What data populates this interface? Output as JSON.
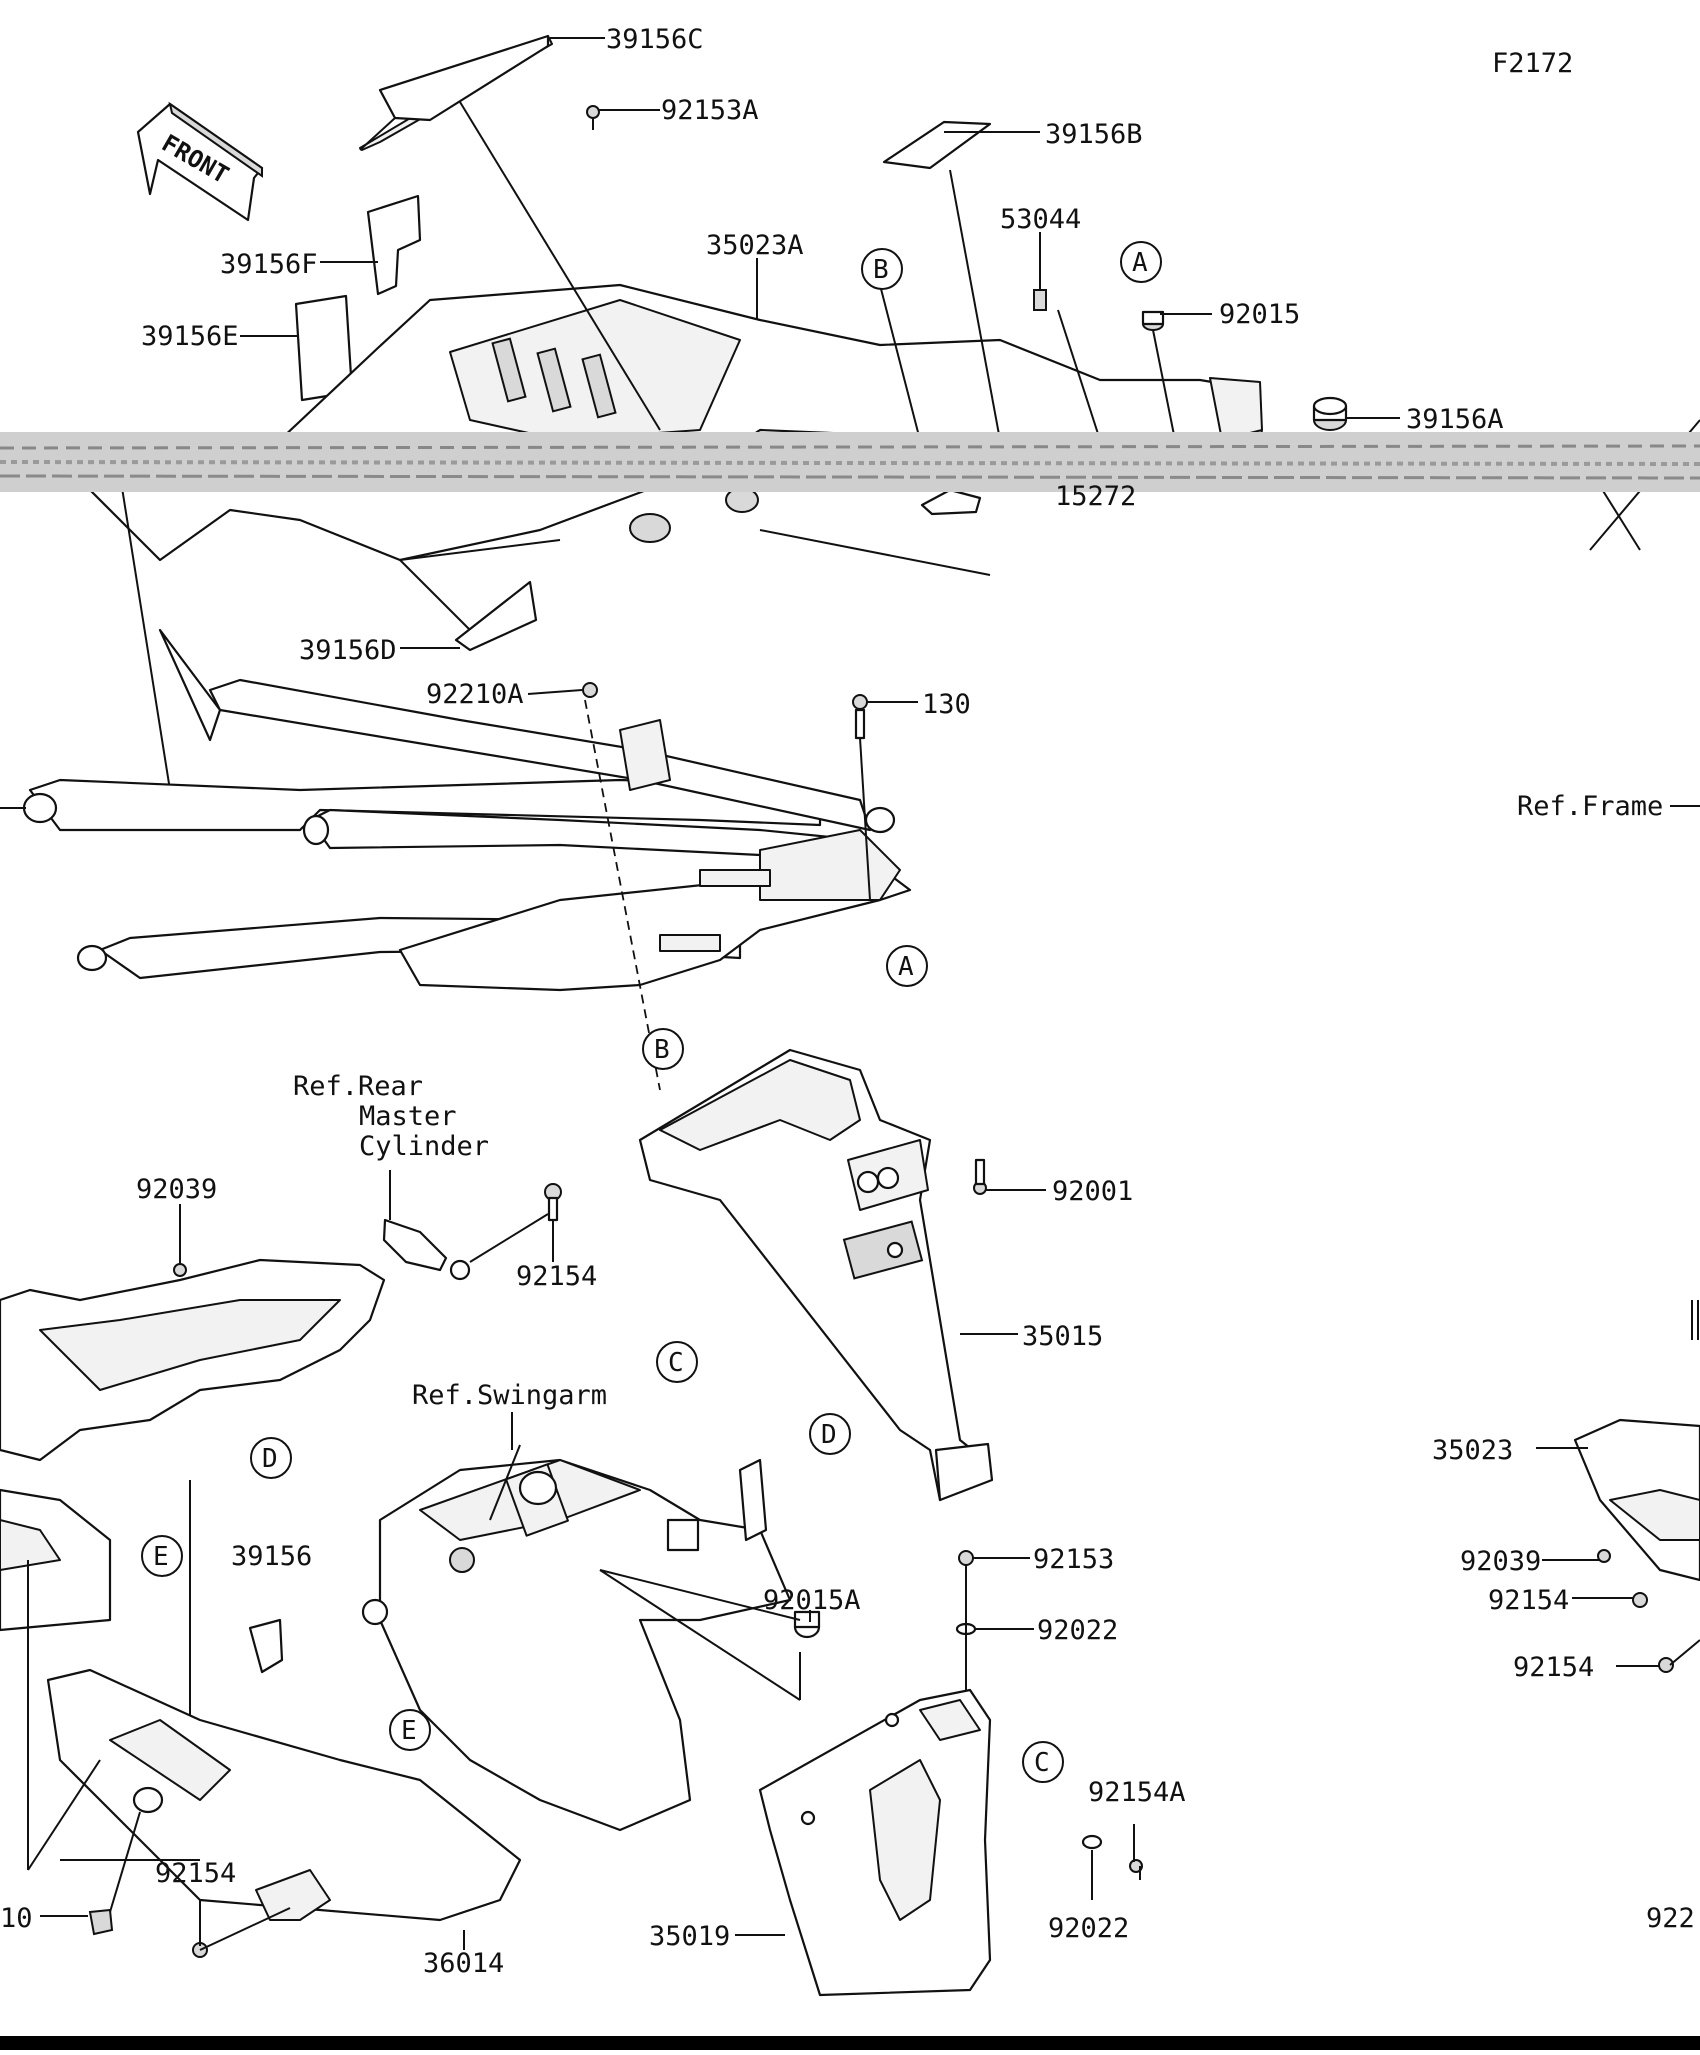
{
  "diagram": {
    "code": "F2172",
    "front_label": "FRONT",
    "part_labels": {
      "p39156C": "39156C",
      "p92153A": "92153A",
      "p39156B": "39156B",
      "p53044": "53044",
      "p35023A": "35023A",
      "p92015": "92015",
      "p39156A": "39156A",
      "p39156F": "39156F",
      "p39156E": "39156E",
      "p39156D": "39156D",
      "p92210A": "92210A",
      "p130": "130",
      "pRefFrame": "Ref.Frame",
      "pRefRear1": "Ref.Rear",
      "pRefRear2": "Master",
      "pRefRear3": "Cylinder",
      "p92039a": "92039",
      "p92154a": "92154",
      "p92001": "92001",
      "p35015": "35015",
      "pRefSwing": "Ref.Swingarm",
      "p35023": "35023",
      "p92039b": "92039",
      "p92154b": "92154",
      "p92154c": "92154",
      "p39156": "39156",
      "p92015A": "92015A",
      "p92153": "92153",
      "p92022a": "92022",
      "p92154A": "92154A",
      "p92022b": "92022",
      "p92154d": "92154",
      "p36014": "36014",
      "p35019": "35019",
      "p10": "10",
      "p922": "922",
      "p15272": "15272"
    },
    "callouts": {
      "A1": "A",
      "A2": "A",
      "B1": "B",
      "B2": "B",
      "C1": "C",
      "C2": "C",
      "D1": "D",
      "D2": "D",
      "E1": "E",
      "E2": "E"
    }
  }
}
